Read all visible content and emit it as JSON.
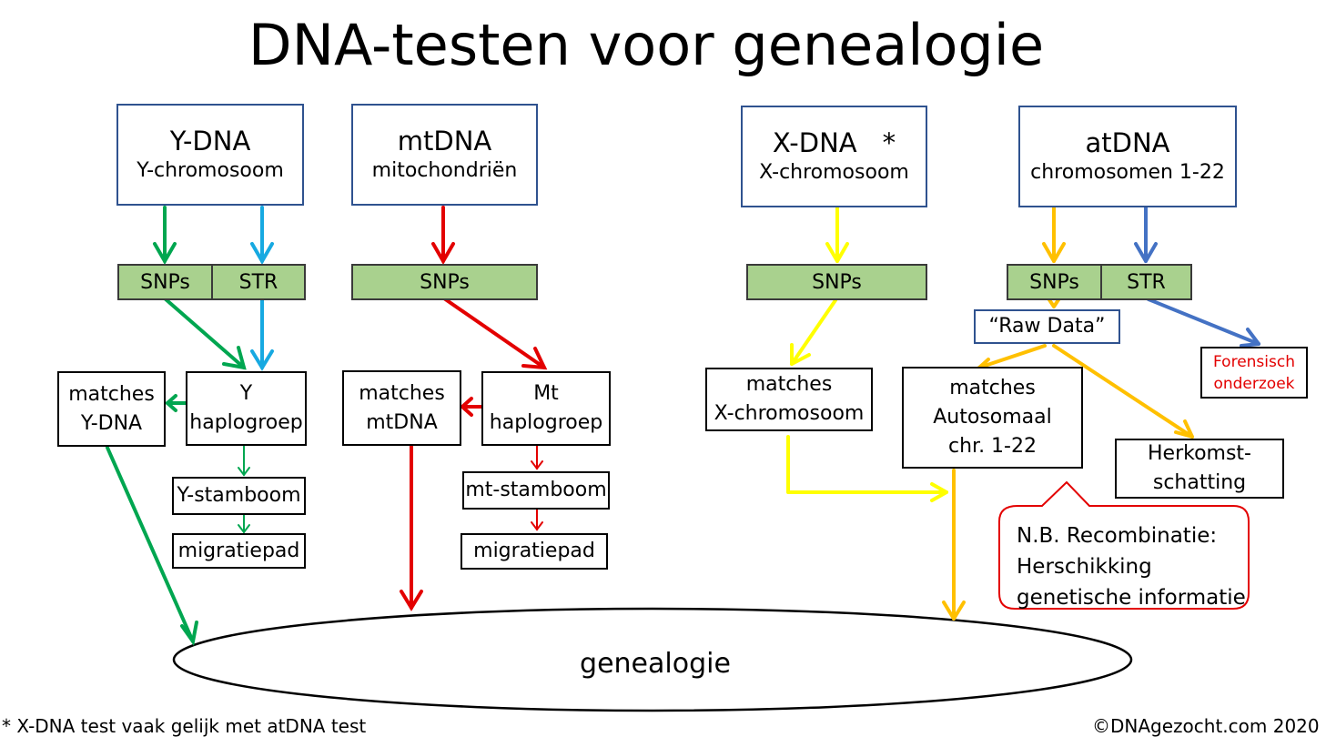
{
  "title": "DNA-testen voor genealogie",
  "colors": {
    "green": "#00a650",
    "cyan": "#17a9e1",
    "red": "#e30000",
    "yellow": "#ffff00",
    "orange": "#ffc000",
    "blue": "#4472c4",
    "snp_fill": "#a9d18e",
    "box_border": "#2f528f"
  },
  "tests": {
    "ydna": {
      "name": "Y-DNA",
      "sub": "Y-chromosoom"
    },
    "mtdna": {
      "name": "mtDNA",
      "sub": "mitochondriën"
    },
    "xdna": {
      "name": "X-DNA",
      "star": "*",
      "sub": "X-chromosoom"
    },
    "atdna": {
      "name": "atDNA",
      "sub": "chromosomen 1-22"
    }
  },
  "markers": {
    "snps": "SNPs",
    "str": "STR"
  },
  "ydna_branch": {
    "matches": [
      "matches",
      "Y-DNA"
    ],
    "haplogroup": [
      "Y",
      "haplogroep"
    ],
    "stamboom": "Y-stamboom",
    "migratie": "migratiepad"
  },
  "mtdna_branch": {
    "matches": [
      "matches",
      "mtDNA"
    ],
    "haplogroup": [
      "Mt",
      "haplogroep"
    ],
    "stamboom": "mt-stamboom",
    "migratie": "migratiepad"
  },
  "xdna_branch": {
    "matches": [
      "matches",
      "X-chromosoom"
    ]
  },
  "atdna_branch": {
    "raw_data": "“Raw Data”",
    "matches": [
      "matches",
      "Autosomaal",
      "chr. 1-22"
    ],
    "herkomst": [
      "Herkomst-",
      "schatting"
    ],
    "forensisch": [
      "Forensisch",
      "onderzoek"
    ]
  },
  "callout": [
    "N.B. Recombinatie:",
    "Herschikking",
    "genetische informatie"
  ],
  "genealogy": "genealogie",
  "footnote": "* X-DNA test vaak gelijk met  atDNA test",
  "copyright": "©DNAgezocht.com 2020"
}
